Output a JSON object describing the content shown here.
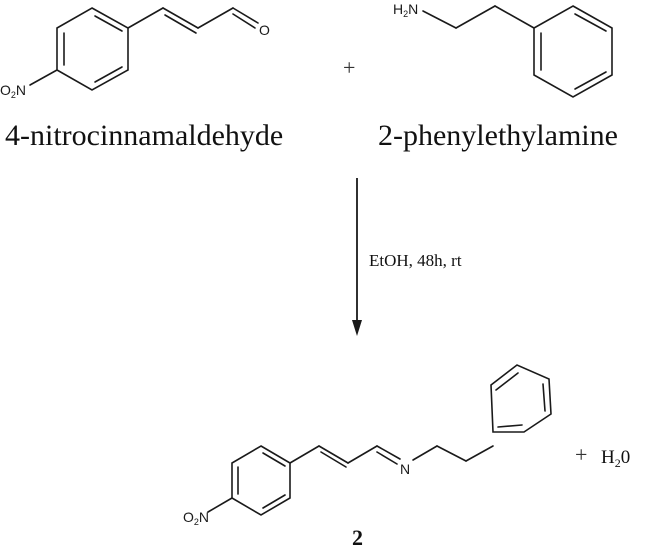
{
  "reactants": [
    {
      "name": "4-nitrocinnamaldehyde",
      "atoms": {
        "nitro": {
          "main": "O",
          "sub": "2",
          "tail": "N"
        },
        "carbonyl_o": "O"
      }
    },
    {
      "name": "2-phenylethylamine",
      "atoms": {
        "amine": {
          "main": "H",
          "sub": "2",
          "tail": "N"
        }
      }
    }
  ],
  "operator_plus": "+",
  "arrow": {
    "direction": "down",
    "conditions": "EtOH, 48h, rt"
  },
  "product": {
    "label": "2",
    "atoms": {
      "nitro": {
        "main": "O",
        "sub": "2",
        "tail": "N"
      },
      "imine_n": "N"
    }
  },
  "byproduct": {
    "plus": "+",
    "formula_main": "H",
    "formula_sub": "2",
    "formula_tail": "0"
  },
  "colors": {
    "ink": "#1a1a1a",
    "background": "#ffffff"
  }
}
